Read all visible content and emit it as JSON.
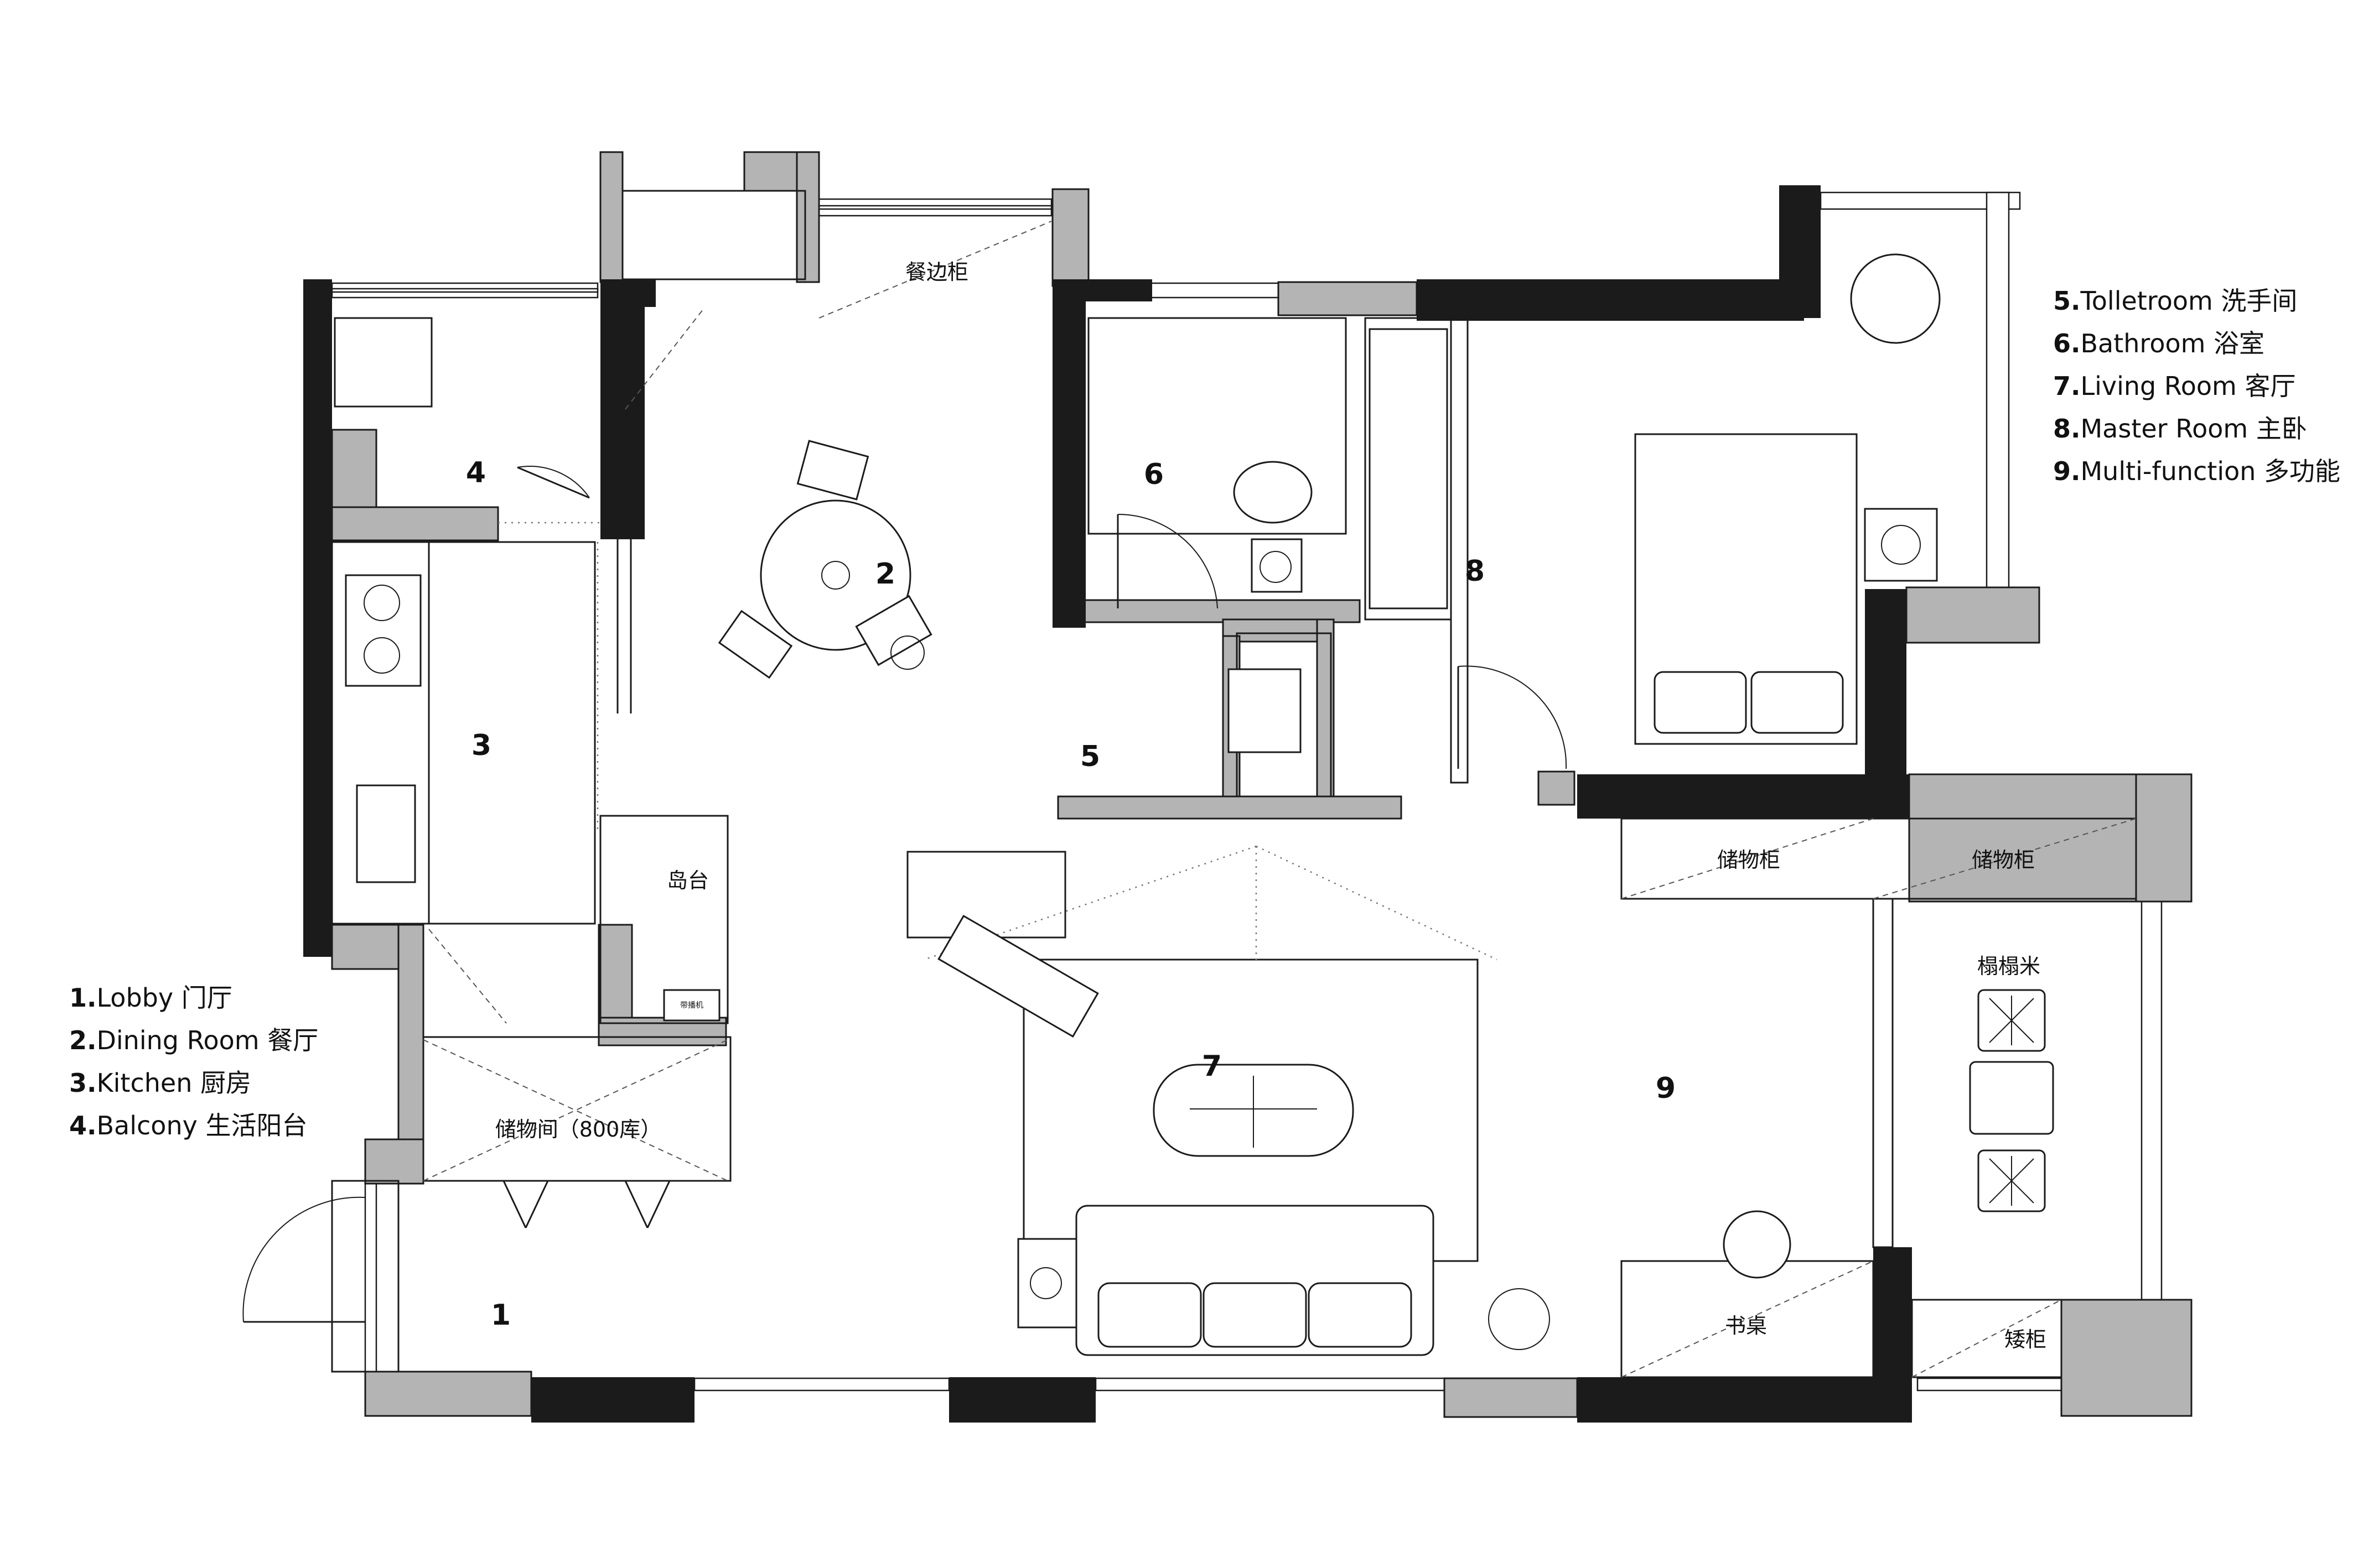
{
  "legend_left": [
    {
      "num": "1.",
      "label": "Lobby 门厅"
    },
    {
      "num": "2.",
      "label": "Dining Room 餐厅"
    },
    {
      "num": "3.",
      "label": "Kitchen 厨房"
    },
    {
      "num": "4.",
      "label": "Balcony 生活阳台"
    }
  ],
  "legend_right": [
    {
      "num": "5.",
      "label": "Tolletroom 洗手间"
    },
    {
      "num": "6.",
      "label": "Bathroom  浴室"
    },
    {
      "num": "7.",
      "label": "Living Room 客厅"
    },
    {
      "num": "8.",
      "label": "Master Room 主卧"
    },
    {
      "num": "9.",
      "label": "Multi-function 多功能"
    }
  ],
  "room_numbers": [
    "1",
    "2",
    "3",
    "4",
    "5",
    "6",
    "7",
    "8",
    "9"
  ],
  "furniture_labels": {
    "sideboard": "餐边柜",
    "island": "岛台",
    "storage_room": "储物间（800库）",
    "cabinet_1": "储物柜",
    "cabinet_2": "储物柜",
    "tatami": "榻榻米",
    "desk": "书桌",
    "low_cabinet": "矮柜",
    "appliance": "带播机"
  },
  "colors": {
    "wall_black": "#1b1b1b",
    "wall_gray": "#b4b4b4",
    "line": "#1b1b1b",
    "background": "#ffffff"
  }
}
